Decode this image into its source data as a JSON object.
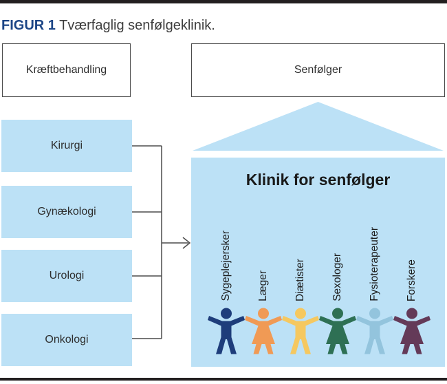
{
  "title": {
    "label": "FIGUR 1",
    "text": "Tværfaglig senfølgeklinik."
  },
  "top_boxes": {
    "treatment": "Kræftbehandling",
    "late_effects": "Senfølger"
  },
  "departments": [
    "Kirurgi",
    "Gynækologi",
    "Urologi",
    "Onkologi"
  ],
  "clinic": {
    "title": "Klinik for senfølger",
    "staff": [
      {
        "label": "Sygeplejersker",
        "figure": "male",
        "color": "#1e3d7b"
      },
      {
        "label": "Læger",
        "figure": "female",
        "color": "#f09a55"
      },
      {
        "label": "Diætister",
        "figure": "male",
        "color": "#f5c860"
      },
      {
        "label": "Sexologer",
        "figure": "female",
        "color": "#2e7054"
      },
      {
        "label": "Fysioterapeuter",
        "figure": "male",
        "color": "#93c4dd"
      },
      {
        "label": "Forskere",
        "figure": "female",
        "color": "#643a58"
      }
    ]
  },
  "colors": {
    "bar": "#231f20",
    "title_accent": "#1c4586",
    "light_blue_fill": "#bce1f6",
    "line": "#4c4c4c",
    "box_border": "#4c4c4c"
  }
}
